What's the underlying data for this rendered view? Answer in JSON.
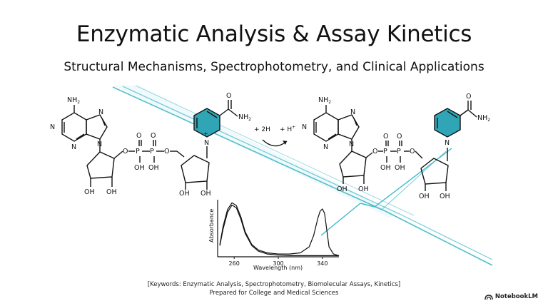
{
  "header": {
    "title": "Enzymatic Analysis & Assay Kinetics",
    "subtitle": "Structural Mechanisms, Spectrophotometry, and Clinical Applications"
  },
  "reaction": {
    "left_molecule": {
      "amine_label": "NH",
      "amine_subscript": "2",
      "amide_label": "NH",
      "amide_subscript": "2",
      "hydroxyl_labels": [
        "OH",
        "OH",
        "OH",
        "OH",
        "OH",
        "OH"
      ],
      "charge": "+",
      "atom_N": "N",
      "atom_O": "O",
      "atom_P": "P"
    },
    "arrow_label_left": "+ 2H",
    "arrow_label_right": "+ H",
    "arrow_label_right_superscript": "+",
    "right_molecule": {
      "amine_label": "NH",
      "amine_subscript": "2",
      "amide_label": "NH",
      "amide_subscript": "2"
    }
  },
  "chart_data": {
    "type": "line",
    "title": "",
    "xlabel": "Wavelength (nm)",
    "ylabel": "Absorbance",
    "xlim": [
      245,
      355
    ],
    "ylim": [
      0,
      1.0
    ],
    "xticks": [
      260,
      300,
      340
    ],
    "series": [
      {
        "x": [
          247,
          250,
          254,
          258,
          262,
          266,
          270,
          276,
          282,
          290,
          300,
          310,
          320,
          328,
          332,
          336,
          338,
          340,
          342,
          344,
          346,
          350,
          355
        ],
        "y": [
          0.22,
          0.55,
          0.85,
          0.97,
          0.92,
          0.72,
          0.45,
          0.22,
          0.12,
          0.07,
          0.05,
          0.05,
          0.07,
          0.18,
          0.38,
          0.7,
          0.82,
          0.86,
          0.78,
          0.48,
          0.18,
          0.05,
          0.02
        ]
      },
      {
        "x": [
          247,
          250,
          254,
          258,
          262,
          266,
          270,
          276,
          282,
          290,
          300,
          310,
          320,
          330,
          340,
          350,
          355
        ],
        "y": [
          0.2,
          0.5,
          0.8,
          0.93,
          0.88,
          0.68,
          0.42,
          0.2,
          0.1,
          0.05,
          0.03,
          0.02,
          0.02,
          0.02,
          0.02,
          0.02,
          0.02
        ]
      }
    ]
  },
  "footer": {
    "keywords": "[Keywords: Enzymatic Analysis, Spectrophotometry, Biomolecular Assays, Kinetics]",
    "audience": "Prepared for College and Medical Sciences"
  },
  "brand": {
    "name": "NotebookLM",
    "icon": "notebooklm-logo-icon"
  },
  "colors": {
    "accent": "#3fb8c6",
    "ring_fill": "#2fa5b5",
    "ink": "#111111"
  }
}
